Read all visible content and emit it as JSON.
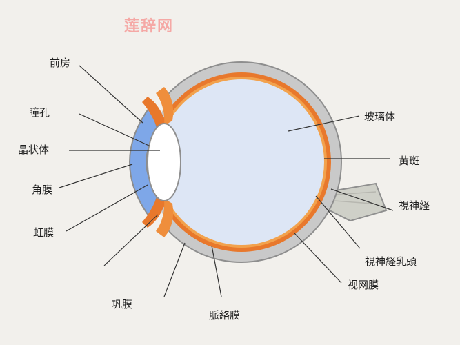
{
  "watermark": "莲辞网",
  "labels": {
    "anterior_chamber": "前房",
    "pupil": "瞳孔",
    "lens": "晶状体",
    "cornea": "角膜",
    "iris": "虹膜",
    "sclera": "巩膜",
    "choroid": "脈絡膜",
    "retina": "视网膜",
    "optic_disc": "視神経乳頭",
    "optic_nerve": "視神経",
    "macula": "黄斑",
    "vitreous_body": "玻璃体"
  },
  "colors": {
    "background": "#f2f0ec",
    "sclera": "#c9c9c9",
    "choroid": "#e8782c",
    "vitreous": "#dfe7f5",
    "cornea": "#7fa6e8",
    "lens": "#ffffff",
    "optic_nerve": "#cfcfc8",
    "leader_line": "#333333",
    "watermark": "#f5a8a5"
  }
}
